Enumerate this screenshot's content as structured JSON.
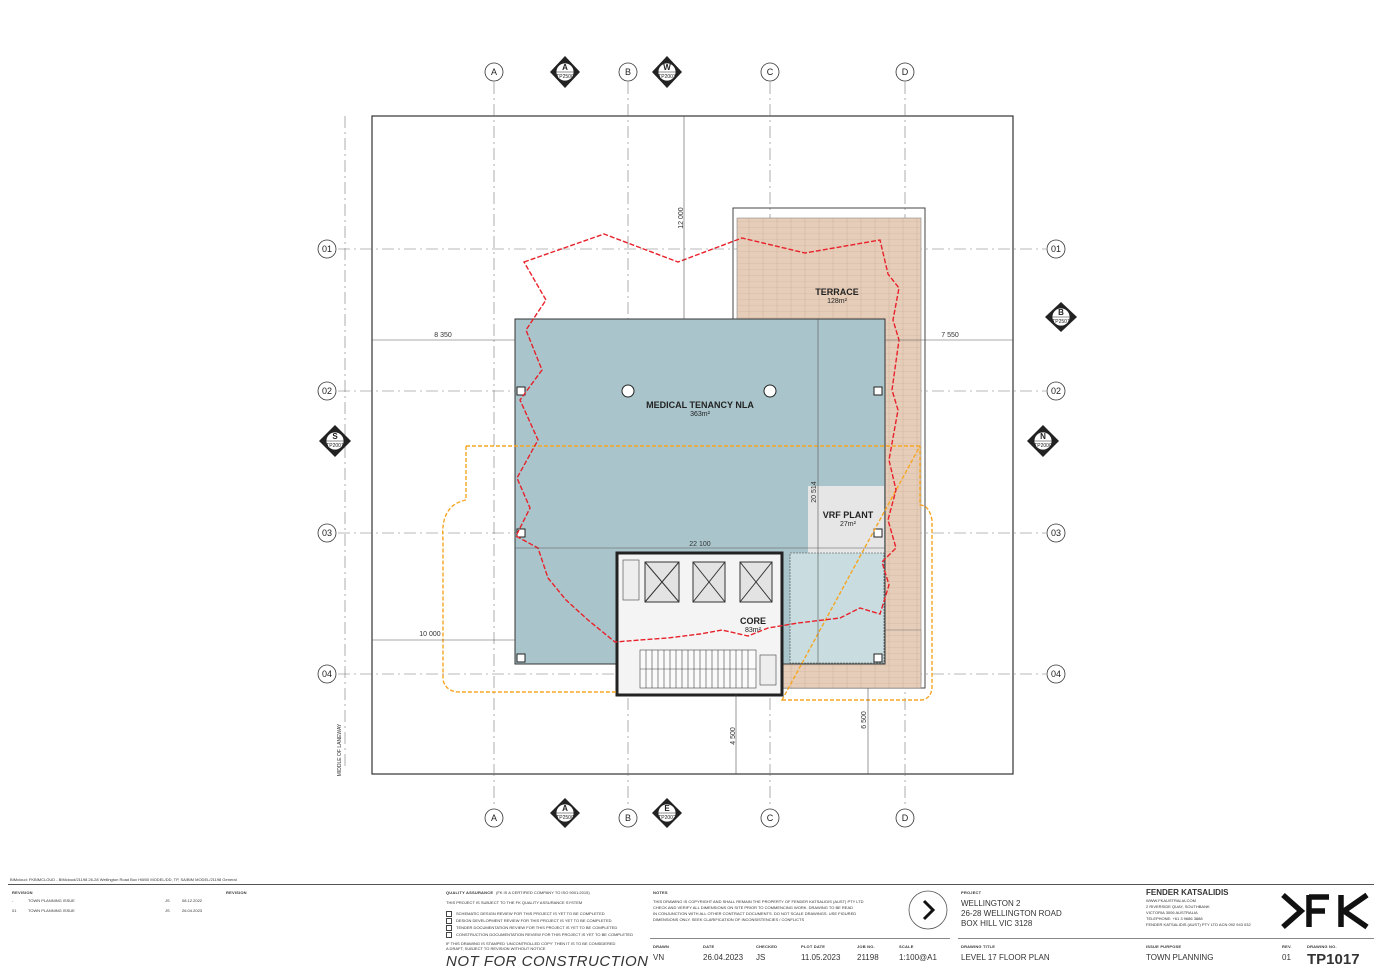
{
  "grid": {
    "columns": [
      "A",
      "B",
      "C",
      "D"
    ],
    "rows": [
      "01",
      "02",
      "03",
      "04"
    ]
  },
  "section_markers": {
    "top_a": {
      "letter": "A",
      "sheet": "TP2500"
    },
    "top_w": {
      "letter": "W",
      "sheet": "TP2003"
    },
    "right_b": {
      "letter": "B",
      "sheet": "TP2501"
    },
    "left_s": {
      "letter": "S",
      "sheet": "TP2001"
    },
    "right_n": {
      "letter": "N",
      "sheet": "TP2000"
    },
    "bottom_a": {
      "letter": "A",
      "sheet": "TP2500"
    },
    "bottom_e": {
      "letter": "E",
      "sheet": "TP2002"
    }
  },
  "rooms": {
    "medical": {
      "name": "MEDICAL TENANCY NLA",
      "area": "363m²"
    },
    "terrace": {
      "name": "TERRACE",
      "area": "128m²"
    },
    "vrf": {
      "name": "VRF PLANT",
      "area": "27m²"
    },
    "core": {
      "name": "CORE",
      "area": "83m²"
    }
  },
  "dimensions": {
    "d12000": "12 000",
    "d8350": "8 350",
    "d7550": "7 550",
    "d22100": "22 100",
    "d20514": "20 514",
    "d10000": "10 000",
    "d4500": "4 500",
    "d6500": "6 500"
  },
  "labels": {
    "middle_of_laneway": "MIDDLE OF LANEWAY"
  },
  "title_block": {
    "file_path": "BIMcloud: FKBIMCLOUD - BIMcloud/21198 26-28 Wellington Road Box Hill/00 MODEL/DD, TP, SA/BIM MODEL/21198 General",
    "revision_hdr": "REVISION",
    "revision_hdr2": "REVISION",
    "revisions": [
      {
        "rev": "-",
        "desc": "TOWN PLANNING ISSUE",
        "by": "JS",
        "date": "08.12.2022"
      },
      {
        "rev": "01",
        "desc": "TOWN PLANNING ISSUE",
        "by": "JS",
        "date": "26.04.2023"
      }
    ],
    "qa_hdr": "QUALITY ASSURANCE",
    "qa_note": "(FK IS A CERTIFIED COMPANY TO ISO 9001:2015)",
    "qa_line": "THIS PROJECT IS SUBJECT TO THE FK QUALITY ASSURANCE SYSTEM",
    "qa_items": [
      "SCHEMATIC DESIGN REVIEW FOR THIS PROJECT IS YET TO BE COMPLETED",
      "DESIGN DEVELOPMENT REVIEW FOR THIS PROJECT IS YET TO BE COMPLETED",
      "TENDER DOCUMENTATION REVIEW FOR THIS PROJECT IS YET TO BE COMPLETED",
      "CONSTRUCTION DOCUMENTATION REVIEW FOR THIS PROJECT IS YET TO BE COMPLETED"
    ],
    "qa_footer": "IF THIS DRAWING IS STAMPED 'UNCONTROLLED COPY' THEN IT IS TO BE CONSIDERED A DRAFT, SUBJECT TO REVISION WITHOUT NOTICE",
    "nfc": "NOT FOR CONSTRUCTION",
    "notes_hdr": "NOTES",
    "notes": [
      "THIS DRAWING IS COPYRIGHT AND SHALL REMAIN THE PROPERTY OF FENDER KATSALIDIS (AUST) PTY LTD",
      "CHECK AND VERIFY ALL DIMENSIONS ON SITE PRIOR TO COMMENCING WORK. DRAWING TO BE READ",
      "IN CONJUNCTION WITH ALL OTHER CONTRACT DOCUMENTS. DO NOT SCALE DRAWINGS. USE FIGURED",
      "DIMENSIONS ONLY. SEEK CLARIFICATION OF INCONSISTENCIES / CONFLICTS"
    ],
    "drawn_hdr": "DRAWN",
    "drawn": "VN",
    "date_hdr": "DATE",
    "date": "26.04.2023",
    "checked_hdr": "CHECKED",
    "checked": "JS",
    "plot_hdr": "PLOT DATE",
    "plot": "11.05.2023",
    "job_hdr": "JOB NO.",
    "job": "21198",
    "scale_hdr": "SCALE",
    "scale": "1:100@A1",
    "project_hdr": "PROJECT",
    "project_lines": [
      "WELLINGTON 2",
      "26-28 WELLINGTON ROAD",
      "BOX HILL VIC 3128"
    ],
    "title_hdr": "DRAWING TITLE",
    "title": "LEVEL 17 FLOOR PLAN",
    "firm": "FENDER KATSALIDIS",
    "firm_lines": [
      "WWW.FKAUSTRALIA.COM",
      "2 RIVERSIDE QUAY, SOUTHBANK",
      "VICTORIA 3006 AUSTRALIA",
      "TELEPHONE: +61 3 9686 3888",
      "FENDER KATSALIDIS (AUST) PTY LTD ACN 092 943 032"
    ],
    "purpose_hdr": "ISSUE PURPOSE",
    "purpose": "TOWN PLANNING",
    "rev_hdr": "REV.",
    "rev": "01",
    "dwg_hdr": "DRAWING NO.",
    "dwg": "TP1017"
  },
  "colors": {
    "tenancy": "#a9c5cb",
    "terrace": "#e6cdb9",
    "vrf": "#e6e6e6",
    "red_outline": "#e8212a",
    "orange_outline": "#f5a623"
  }
}
